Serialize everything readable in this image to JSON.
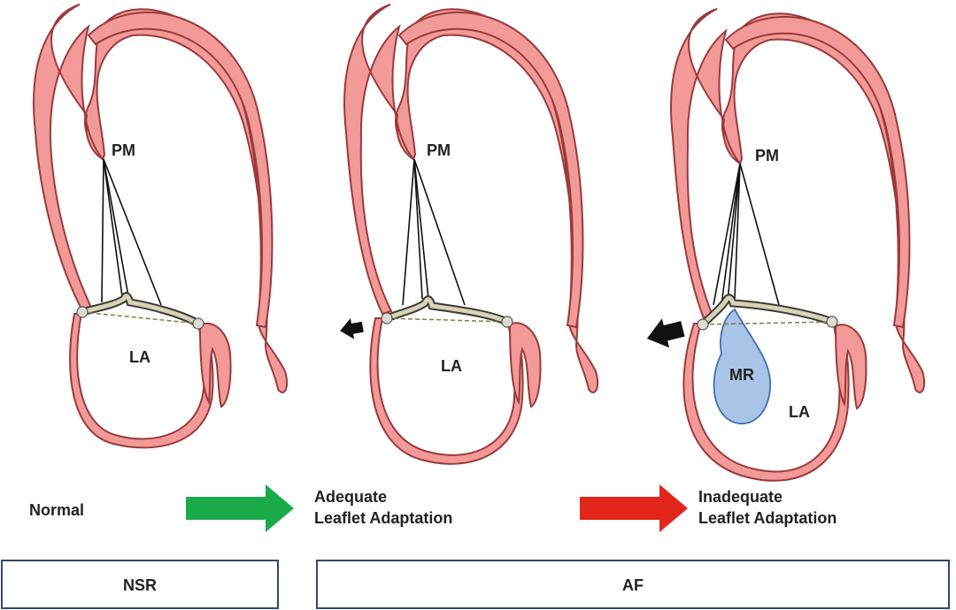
{
  "labels": {
    "panel1": {
      "pm": "PM",
      "la": "LA"
    },
    "panel2": {
      "pm": "PM",
      "la": "LA"
    },
    "panel3": {
      "pm": "PM",
      "la": "LA",
      "mr": "MR"
    }
  },
  "captions": {
    "normal": "Normal",
    "adequate_line1": "Adequate",
    "adequate_line2": "Leaflet Adaptation",
    "inadequate_line1": "Inadequate",
    "inadequate_line2": "Leaflet Adaptation"
  },
  "boxes": {
    "nsr": "NSR",
    "af": "AF"
  },
  "colors": {
    "wall_fill": "#f29a9a",
    "wall_stroke": "#9b3a3a",
    "leaflet_fill": "#d8d3b5",
    "leaflet_stroke": "#3a3a3a",
    "mr_fill": "#a9c4e6",
    "mr_stroke": "#3f6fb3",
    "arrow_green": "#1aaa4a",
    "arrow_red": "#e3261c",
    "box_stroke": "#2f4a6b"
  }
}
